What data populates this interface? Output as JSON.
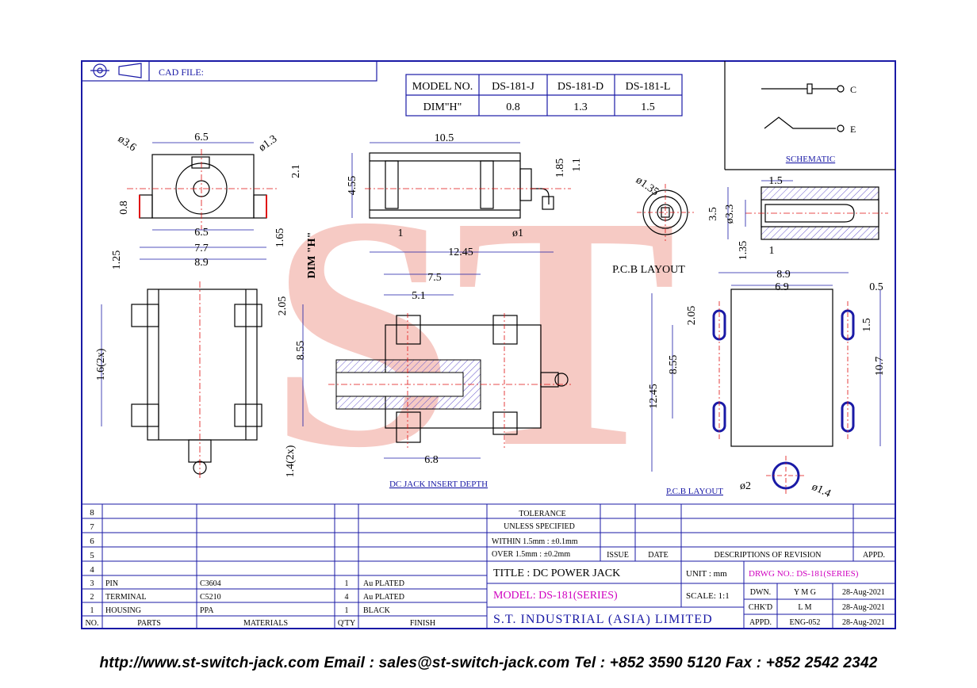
{
  "cad_label": "CAD FILE:",
  "model_table": {
    "header": [
      "MODEL NO.",
      "DS-181-J",
      "DS-181-D",
      "DS-181-L"
    ],
    "row": [
      "DIM\"H\"",
      "0.8",
      "1.3",
      "1.5"
    ]
  },
  "schematic": {
    "title": "SCHEMATIC",
    "pin_c": "C",
    "pin_e": "E"
  },
  "dims": {
    "d36": "ø3.6",
    "d65a": "6.5",
    "d13": "ø1.3",
    "d21": "2.1",
    "d08": "0.8",
    "d65b": "6.5",
    "d77": "7.7",
    "d89": "8.9",
    "d165": "1.65",
    "d125": "1.25",
    "d105": "10.5",
    "d455": "4.55",
    "d185": "1.85",
    "d11": "1.1",
    "d1a": "1",
    "d1b": "ø1",
    "d1245": "12.45",
    "dimh": "DIM \"H\"",
    "d135c": "ø1.35",
    "d15s": "1.5",
    "d35": "3.5",
    "d33": "ø3.3",
    "d135": "1.35",
    "d1s": "1",
    "d75": "7.5",
    "d51": "5.1",
    "d205": "2.05",
    "d855": "8.55",
    "d16": "1.6(2x)",
    "d14": "1.4(2x)",
    "d68": "6.8",
    "pcb": "P.C.B LAYOUT",
    "p89": "8.9",
    "p69": "6.9",
    "p05": "0.5",
    "p205": "2.05",
    "p15": "1.5",
    "p855": "8.55",
    "p1245": "12.45",
    "p107": "10.7",
    "p2": "ø2",
    "p14": "ø1.4"
  },
  "captions": {
    "insert_depth": "DC JACK INSERT DEPTH",
    "pcb_bottom": "P.C.B LAYOUT"
  },
  "watermark": "ST",
  "revision_rows": [
    "8",
    "7",
    "6",
    "5",
    "4"
  ],
  "parts": [
    {
      "no": "3",
      "part": "PIN",
      "material": "C3604",
      "qty": "1",
      "finish": "Au PLATED"
    },
    {
      "no": "2",
      "part": "TERMINAL",
      "material": "C5210",
      "qty": "4",
      "finish": "Au PLATED"
    },
    {
      "no": "1",
      "part": "HOUSING",
      "material": "PPA",
      "qty": "1",
      "finish": "BLACK"
    }
  ],
  "parts_header": {
    "no": "NO.",
    "part": "PARTS",
    "material": "MATERIALS",
    "qty": "Q'TY",
    "finish": "FINISH"
  },
  "tolerance": {
    "l1": "TOLERANCE",
    "l2": "UNLESS SPECIFIED",
    "l3": "WITHIN 1.5mm : ±0.1mm",
    "l4": "OVER 1.5mm : ±0.2mm"
  },
  "revision_header": {
    "issue": "ISSUE",
    "date": "DATE",
    "desc": "DESCRIPTIONS OF REVISION",
    "appd": "APPD."
  },
  "title_block": {
    "title": "TITLE : DC POWER JACK",
    "unit": "UNIT : mm",
    "drwg": "DRWG NO.: DS-181(SERIES)",
    "model": "MODEL: DS-181(SERIES)",
    "scale": "SCALE: 1:1",
    "company": "S.T. INDUSTRIAL (ASIA) LIMITED",
    "dwn_l": "DWN.",
    "dwn_v": "Y M G",
    "dwn_d": "28-Aug-2021",
    "chk_l": "CHK'D",
    "chk_v": "L M",
    "chk_d": "28-Aug-2021",
    "app_l": "APPD.",
    "app_v": "ENG-052",
    "app_d": "28-Aug-2021"
  },
  "footer": "http://www.st-switch-jack.com  Email : sales@st-switch-jack.com  Tel : +852 3590 5120  Fax : +852 2542 2342",
  "colors": {
    "frame": "#1a1aa6",
    "dim": "#1a1aa6",
    "center": "#e01010",
    "magenta": "#d000c0",
    "hatch": "#6a5acd",
    "watermark": "#e86a5a"
  }
}
